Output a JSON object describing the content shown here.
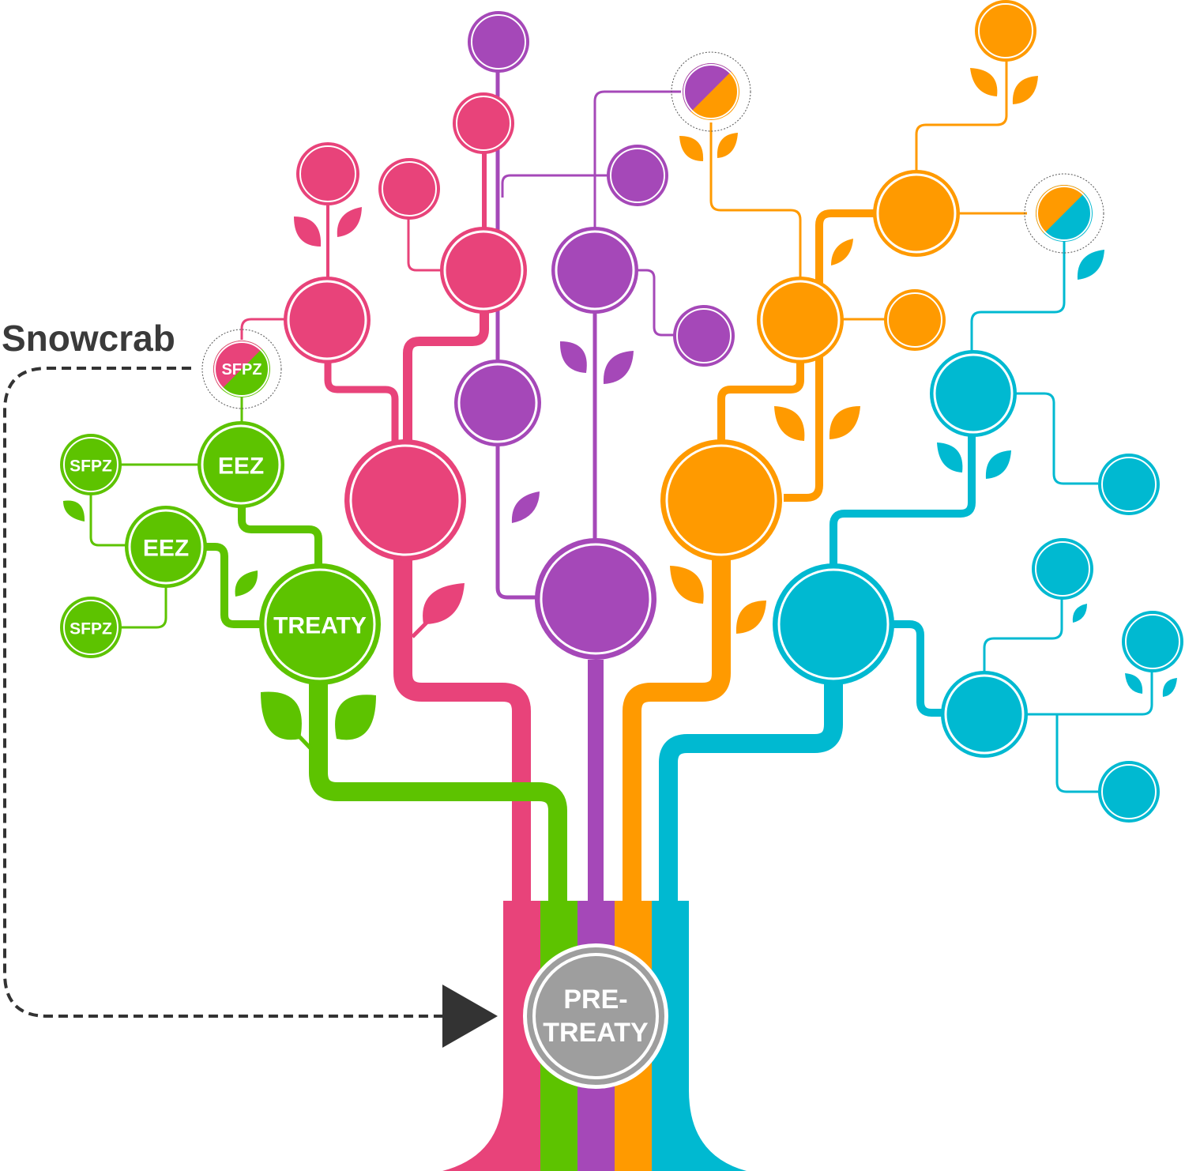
{
  "colors": {
    "pink": "#E8437A",
    "green": "#5DC300",
    "purple": "#A548B8",
    "orange": "#FF9A00",
    "cyan": "#00B9D1",
    "gray": "#9E9E9E",
    "dark": "#333333"
  },
  "annotation": {
    "label": "Snowcrab"
  },
  "root": {
    "label_line1": "PRE-",
    "label_line2": "TREATY"
  },
  "green_branch": {
    "treaty_label": "TREATY",
    "eez_upper_label": "EEZ",
    "eez_lower_label": "EEZ",
    "sfpz_top_label": "SFPZ",
    "sfpz_left_upper_label": "SFPZ",
    "sfpz_left_lower_label": "SFPZ"
  }
}
